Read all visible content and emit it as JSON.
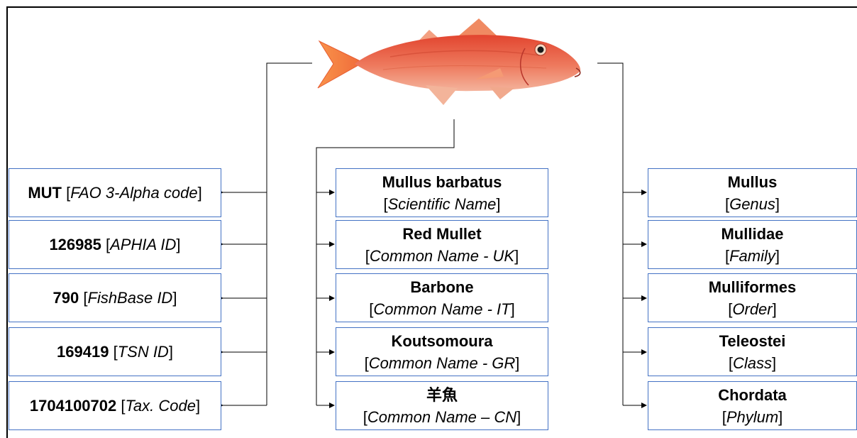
{
  "identifiers": [
    {
      "value": "MUT",
      "label": "FAO 3-Alpha code"
    },
    {
      "value": "126985",
      "label": "APHIA ID"
    },
    {
      "value": "790",
      "label": "FishBase ID"
    },
    {
      "value": "169419",
      "label": "TSN ID"
    },
    {
      "value": "1704100702",
      "label": "Tax. Code"
    }
  ],
  "names": [
    {
      "value": "Mullus barbatus",
      "label": "Scientific Name"
    },
    {
      "value": "Red Mullet",
      "label": "Common Name - UK"
    },
    {
      "value": "Barbone",
      "label": "Common Name - IT"
    },
    {
      "value": "Koutsomoura",
      "label": "Common Name - GR"
    },
    {
      "value": "羊魚",
      "label": "Common Name – CN"
    }
  ],
  "taxonomy": [
    {
      "value": "Mullus",
      "label": "Genus"
    },
    {
      "value": "Mullidae",
      "label": "Family"
    },
    {
      "value": "Mulliformes",
      "label": "Order"
    },
    {
      "value": "Teleostei",
      "label": "Class"
    },
    {
      "value": "Chordata",
      "label": "Phylum"
    }
  ],
  "colors": {
    "box_border": "#4472c4",
    "fish_body": "#e8553f",
    "fish_fin": "#f07a3a",
    "connector": "#000000"
  },
  "image": {
    "subject": "red-mullet-fish-photo"
  }
}
